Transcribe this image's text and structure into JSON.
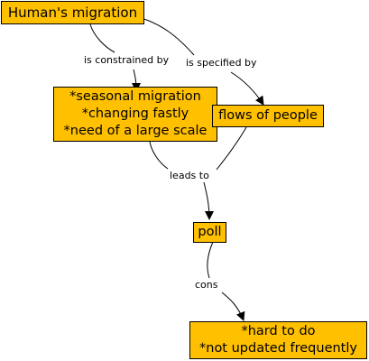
{
  "nodes": {
    "human_migration": {
      "lines": [
        "Human's migration"
      ]
    },
    "constraints": {
      "lines": [
        "*seasonal migration",
        "*changing fastly",
        "*need of a large scale"
      ]
    },
    "flows": {
      "lines": [
        "flows of people"
      ]
    },
    "poll": {
      "lines": [
        "poll"
      ]
    },
    "cons_result": {
      "lines": [
        "*hard to do",
        "*not updated frequently"
      ]
    }
  },
  "links": {
    "constrained": "is constrained by",
    "specified": "is specified by",
    "leads_to": "leads to",
    "cons": "cons"
  },
  "colors": {
    "node_fill": "#ffc000",
    "node_border": "#000000",
    "line": "#000000"
  }
}
